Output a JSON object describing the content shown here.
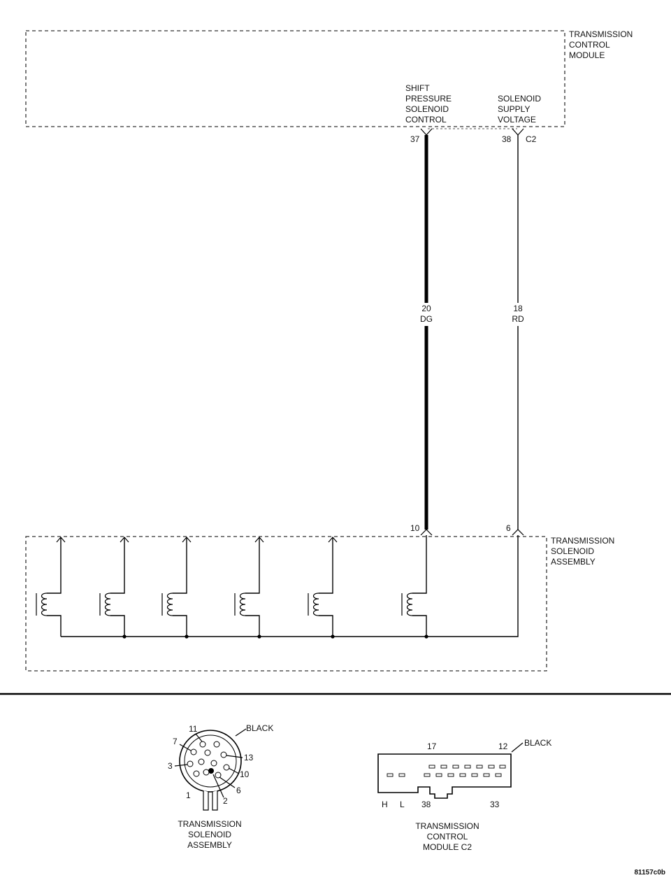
{
  "tcm": {
    "title": [
      "TRANSMISSION",
      "CONTROL",
      "MODULE"
    ],
    "pin_labels": {
      "shift": [
        "SHIFT",
        "PRESSURE",
        "SOLENOID",
        "CONTROL"
      ],
      "supply": [
        "SOLENOID",
        "SUPPLY",
        "VOLTAGE"
      ]
    },
    "pin_37": "37",
    "pin_38": "38",
    "connector": "C2"
  },
  "wires": {
    "left": {
      "gauge": "20",
      "color": "DG"
    },
    "right": {
      "gauge": "18",
      "color": "RD"
    }
  },
  "solenoid_assembly": {
    "title": [
      "TRANSMISSION",
      "SOLENOID",
      "ASSEMBLY"
    ],
    "pin_10": "10",
    "pin_6": "6"
  },
  "connector_views": {
    "solenoid": {
      "color": "BLACK",
      "pins": [
        "11",
        "7",
        "3",
        "1",
        "2",
        "6",
        "10",
        "13"
      ],
      "caption": [
        "TRANSMISSION",
        "SOLENOID",
        "ASSEMBLY"
      ]
    },
    "tcm_c2": {
      "color": "BLACK",
      "pins_top": [
        "17",
        "12"
      ],
      "pins_bottom": [
        "H",
        "L",
        "38",
        "33"
      ],
      "caption": [
        "TRANSMISSION",
        "CONTROL",
        "MODULE C2"
      ]
    }
  },
  "figure_id": "81157c0b"
}
